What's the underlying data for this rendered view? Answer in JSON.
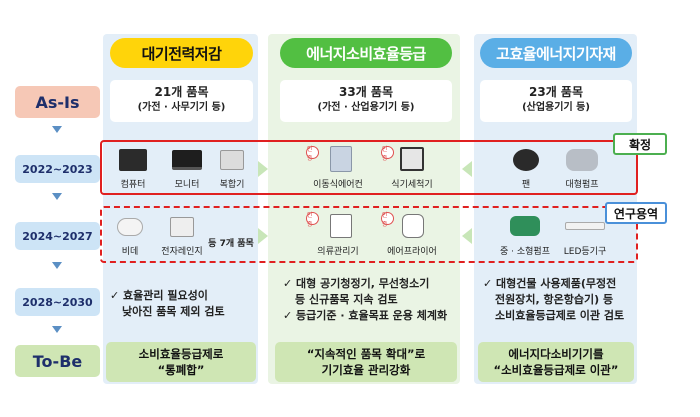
{
  "columns": [
    {
      "title": "대기전력저감",
      "count": "21개 품목",
      "scope": "(가전 · 사무기기 등)"
    },
    {
      "title": "에너지소비효율등급",
      "count": "33개 품목",
      "scope": "(가전 · 산업용기기 등)"
    },
    {
      "title": "고효율에너지기자재",
      "count": "23개 품목",
      "scope": "(산업용기기 등)"
    }
  ],
  "rows": {
    "asis": "As-Is",
    "y2022": "2022~2023",
    "y2024": "2024~2027",
    "y2028": "2028~2030",
    "tobe": "To-Be"
  },
  "tags": {
    "confirmed": "확정",
    "service": "연구용역"
  },
  "mark_text": "인증",
  "items_2022": {
    "col1": [
      "컴퓨터",
      "모니터",
      "복합기"
    ],
    "col2": [
      "이동식에어컨",
      "식기세척기"
    ],
    "col3": [
      "팬",
      "대형펌프"
    ]
  },
  "items_2024": {
    "col1": [
      "비데",
      "전자레인지",
      "등 7개 품목"
    ],
    "col2": [
      "의류관리기",
      "에어프라이어"
    ],
    "col3": [
      "중 · 소형펌프",
      "LED등기구"
    ]
  },
  "notes_2028": {
    "col1": [
      "✓ 효율관리 필요성이",
      "낮아진 품목 제외 검토"
    ],
    "col2": [
      "✓ 대형 공기청정기, 무선청소기",
      "등 신규품목 지속 검토",
      "✓ 등급기준 · 효율목표 운용 체계화"
    ],
    "col3": [
      "✓ 대형건물 사용제품(무정전",
      "전원장치, 항온항습기) 등",
      "소비효율등급제로 이관 검토"
    ]
  },
  "tobe_boxes": {
    "col1": [
      "소비효율등급제로",
      "“통폐합”"
    ],
    "col2": [
      "“지속적인 품목 확대”로",
      "기기효율 관리강화"
    ],
    "col3": [
      "에너지다소비기기를",
      "“소비효율등급제로 이관”"
    ]
  },
  "colors": {
    "frame_red": "#e02020",
    "yellow": "#ffd40a",
    "green": "#52bf42",
    "blue": "#5aaee6"
  }
}
